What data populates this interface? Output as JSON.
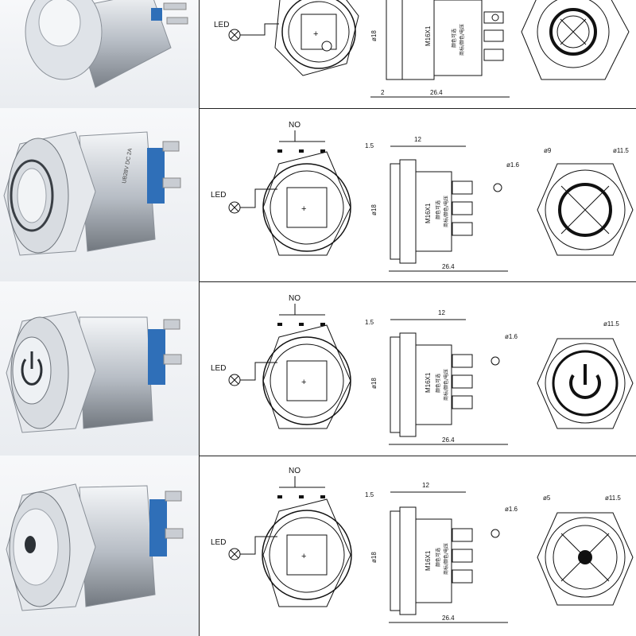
{
  "labels": {
    "led": "LED",
    "no": "NO",
    "diameter_body": "ø18",
    "thread": "M16X1",
    "length": "26.4",
    "flange": "1.5",
    "head_length": "12",
    "terminal_hole": "ø1.6",
    "bottom_gap": "2",
    "body_print": "UB28V DC 2A",
    "cn_line1": "颜色可选",
    "cn_line2": "商标/颜色/电压"
  },
  "rows": [
    {
      "variant": "ring-high-head",
      "led_head_labels": []
    },
    {
      "variant": "ring-flat",
      "face_labels": [
        "ø9",
        "ø11.5"
      ]
    },
    {
      "variant": "power-symbol",
      "face_labels": [
        "ø11.5"
      ]
    },
    {
      "variant": "dot",
      "face_labels": [
        "ø5",
        "ø11.5"
      ]
    }
  ],
  "colors": {
    "steel_light": "#eef1f4",
    "steel_mid": "#b8bec6",
    "steel_dark": "#6e747c",
    "insulator_blue": "#2f6fb8",
    "line": "#111111"
  }
}
